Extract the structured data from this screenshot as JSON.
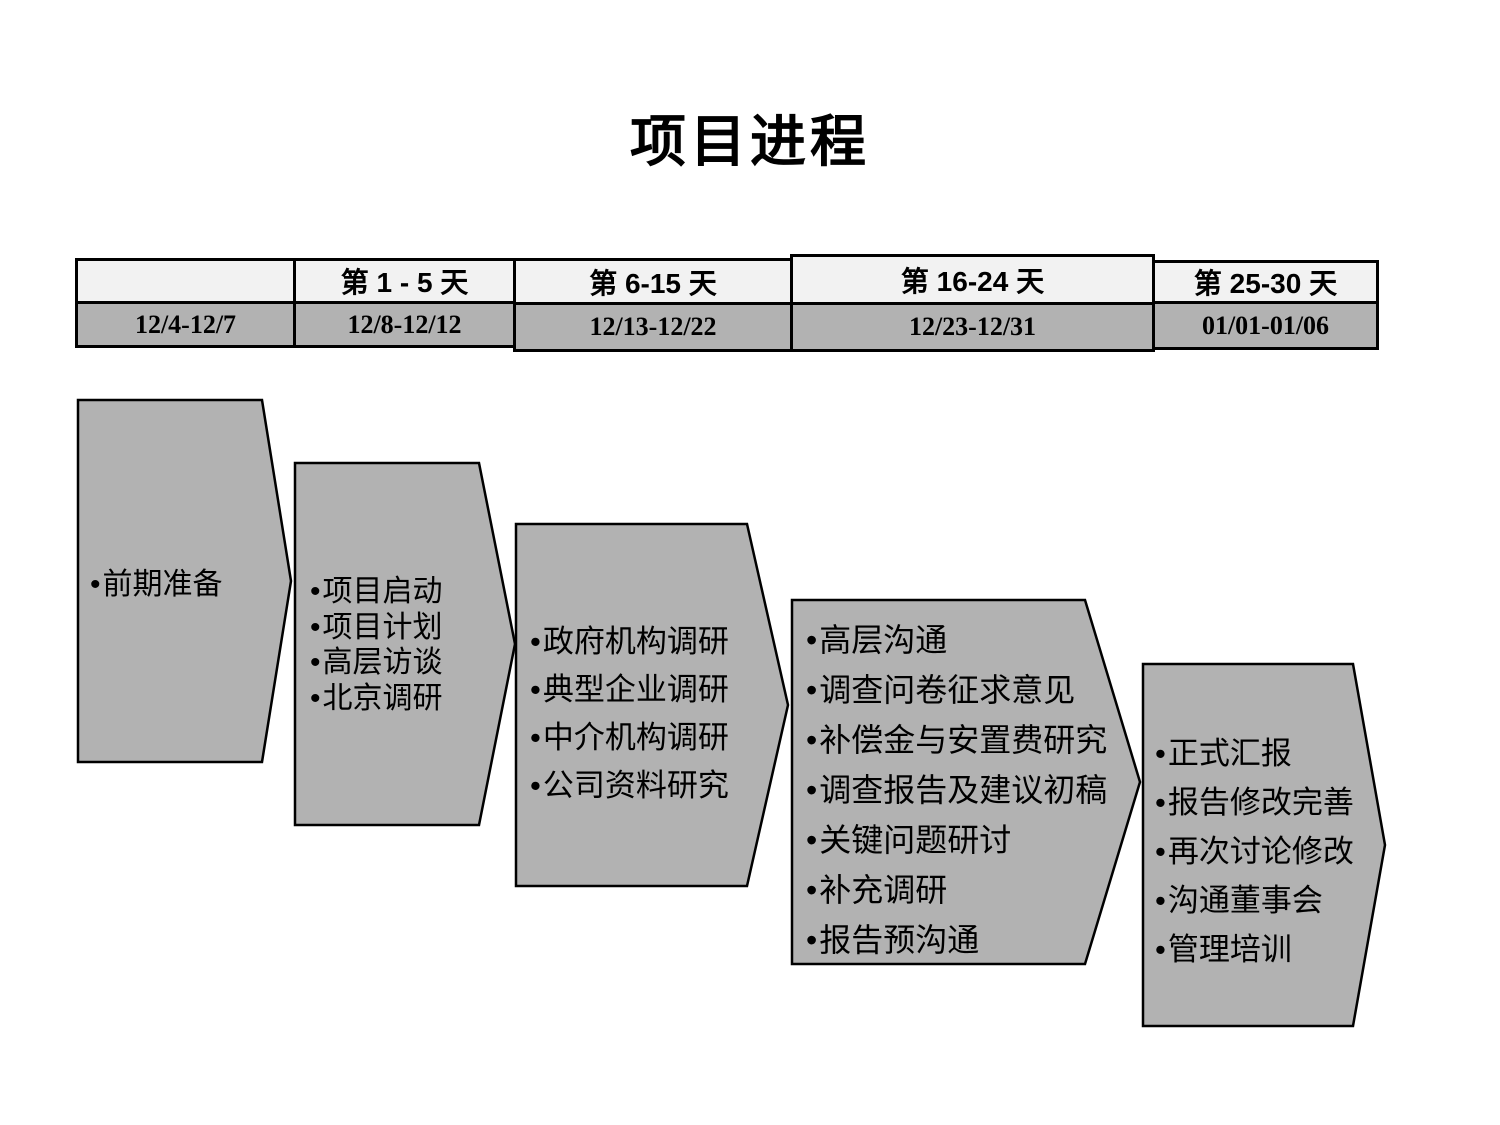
{
  "page": {
    "title": "项目进程"
  },
  "colors": {
    "background": "#ffffff",
    "text": "#000000",
    "table_header_bg": "#f2f2f2",
    "table_date_bg": "#b2b2b2",
    "chevron_fill": "#b2b2b2",
    "chevron_stroke": "#000000"
  },
  "timeline": {
    "columns": [
      {
        "period": "",
        "dates": "12/4-12/7"
      },
      {
        "period": "第 1 - 5 天",
        "dates": "12/8-12/12"
      },
      {
        "period": "第 6-15 天",
        "dates": "12/13-12/22"
      },
      {
        "period": "第 16-24 天",
        "dates": "12/23-12/31"
      },
      {
        "period": "第 25-30 天",
        "dates": "01/01-01/06"
      }
    ]
  },
  "stages": [
    {
      "items": [
        "前期准备"
      ]
    },
    {
      "items": [
        "项目启动",
        "项目计划",
        "高层访谈",
        "北京调研"
      ]
    },
    {
      "items": [
        "政府机构调研",
        "典型企业调研",
        "中介机构调研",
        "公司资料研究"
      ]
    },
    {
      "items": [
        "高层沟通",
        "调查问卷征求意见",
        "补偿金与安置费研究",
        "调查报告及建议初稿",
        "关键问题研讨",
        "补充调研",
        "报告预沟通"
      ]
    },
    {
      "items": [
        "正式汇报",
        "报告修改完善",
        "再次讨论修改",
        "沟通董事会",
        "管理培训"
      ]
    }
  ]
}
